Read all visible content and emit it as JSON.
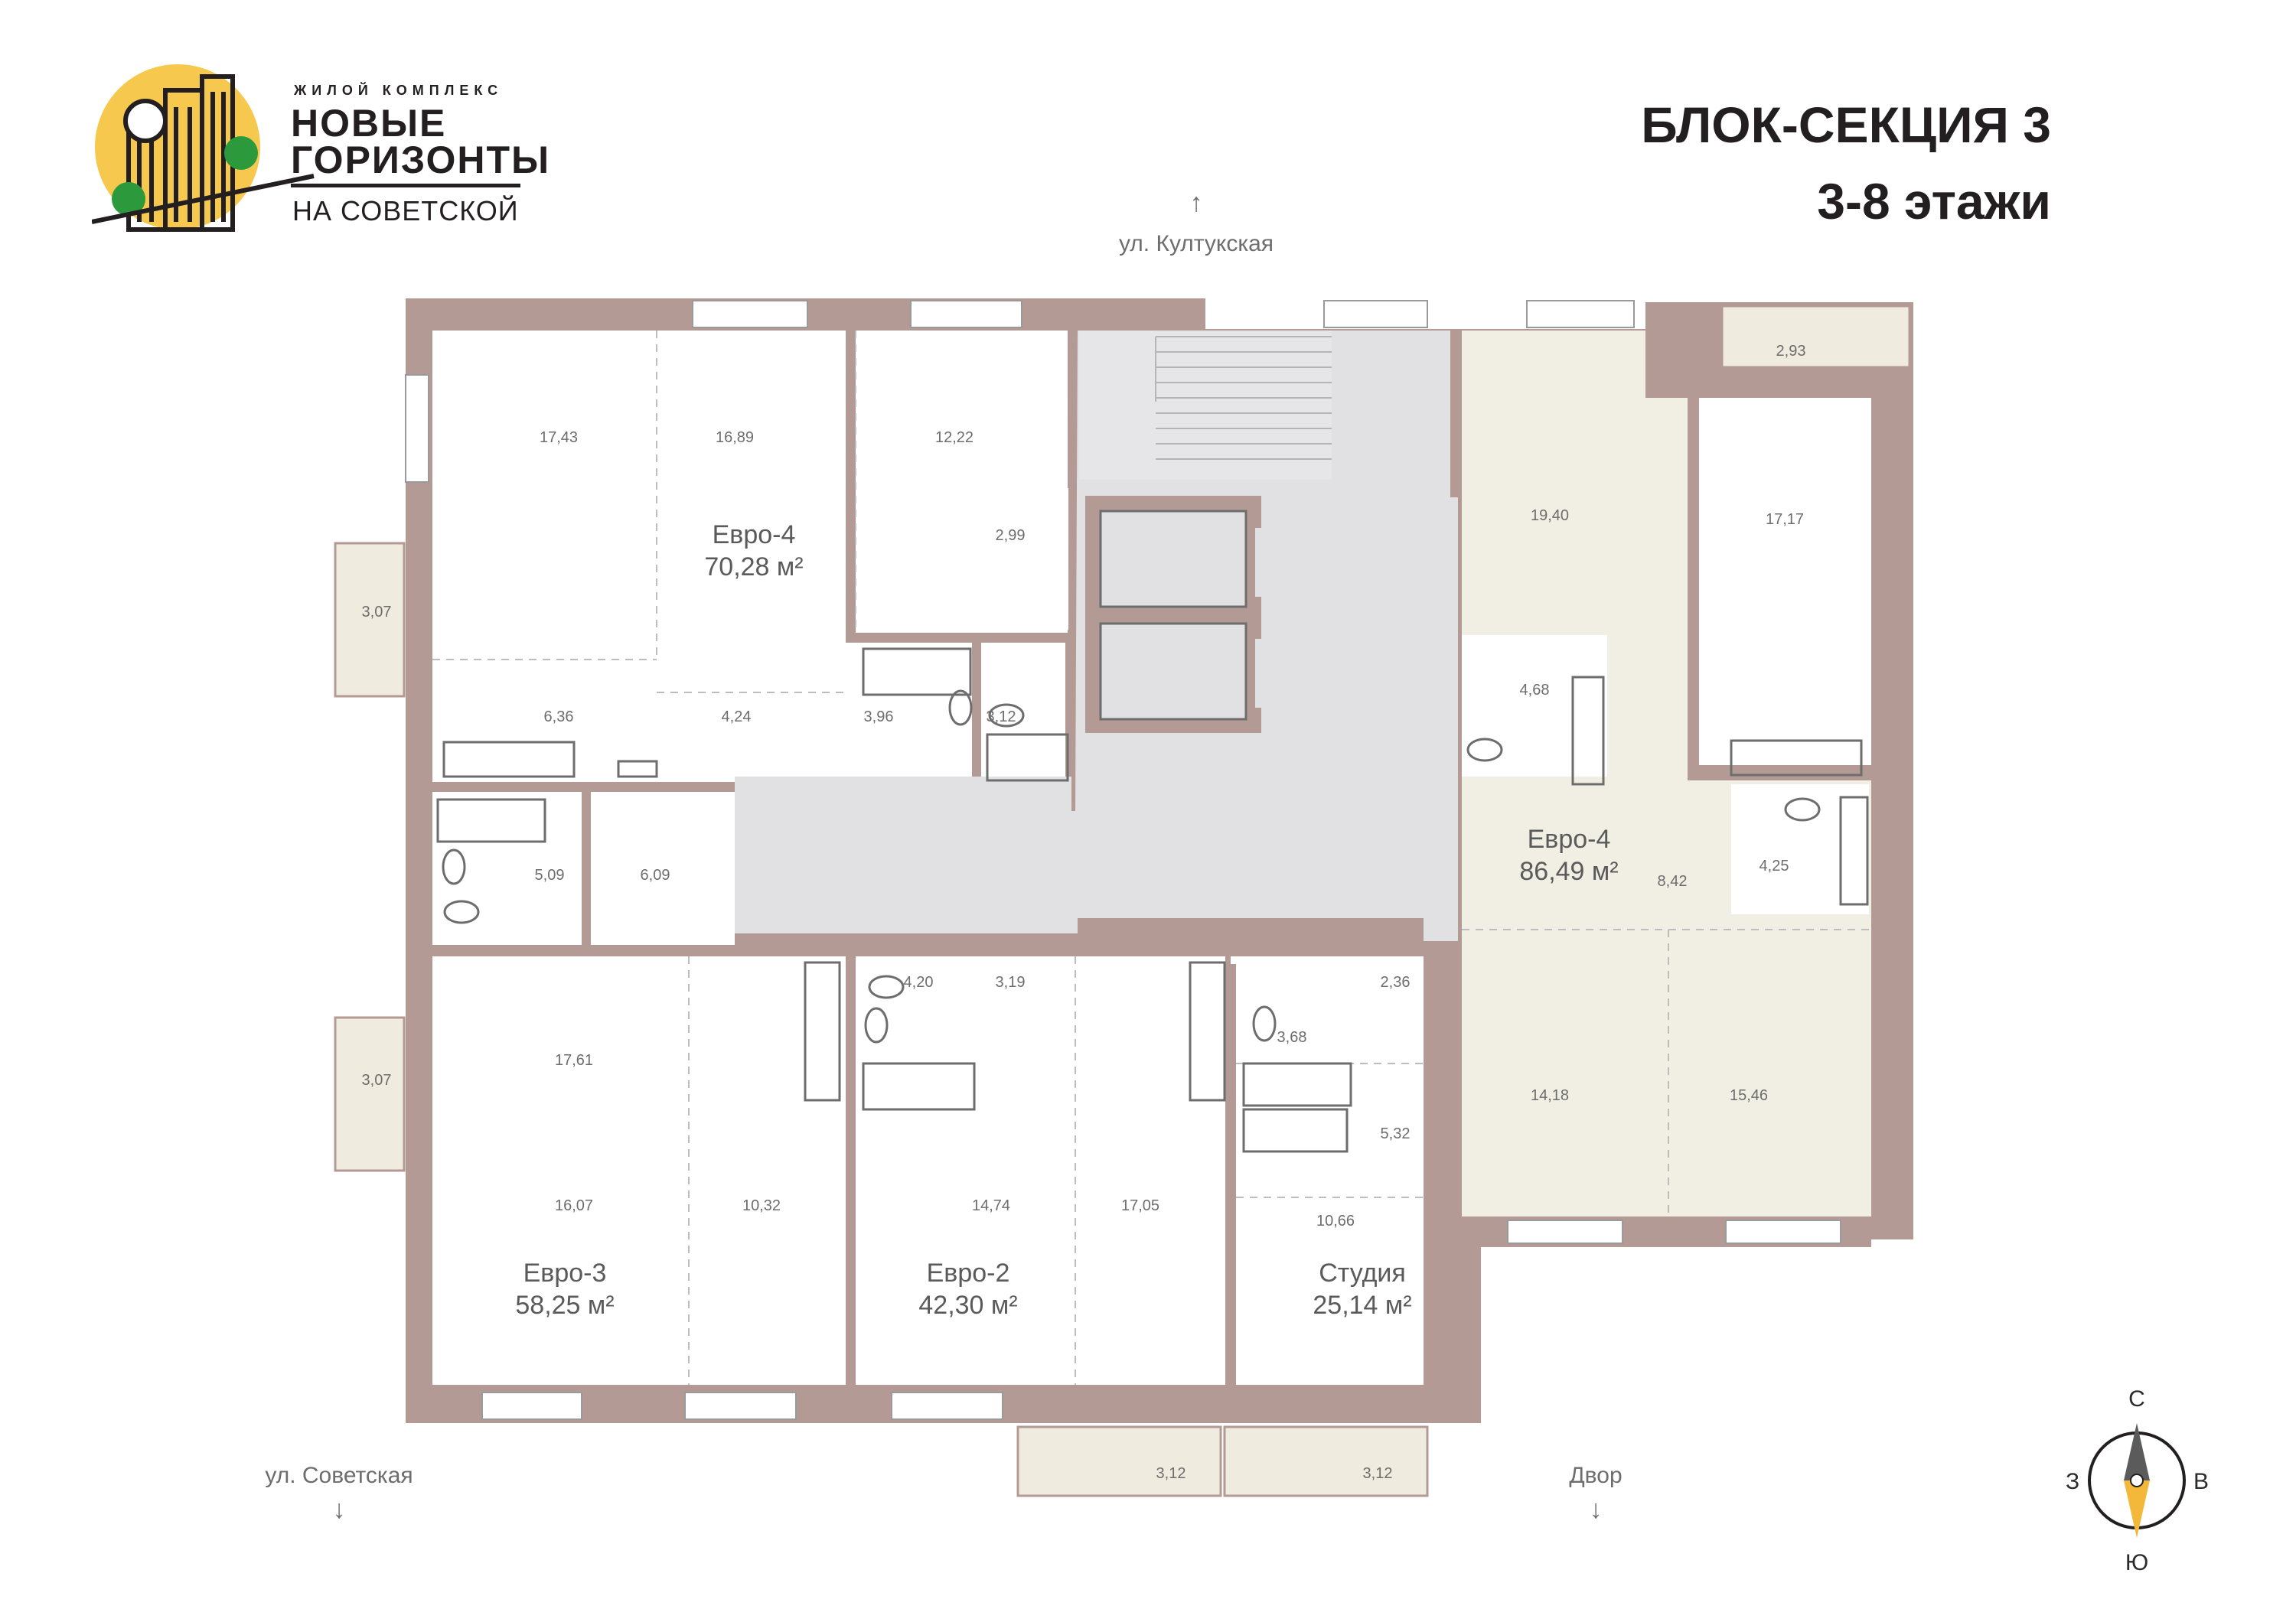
{
  "logo": {
    "tagline": "ЖИЛОЙ КОМПЛЕКС",
    "line1": "НОВЫЕ",
    "line2": "ГОРИЗОНТЫ",
    "line3": "НА СОВЕТСКОЙ"
  },
  "header": {
    "title": "БЛОК-СЕКЦИЯ 3",
    "floors": "3-8 этажи"
  },
  "streets": {
    "north": "ул. Култукская",
    "southwest": "ул. Советская",
    "south": "Двор"
  },
  "compass": {
    "n": "С",
    "s": "Ю",
    "w": "З",
    "e": "В"
  },
  "colors": {
    "wall": "#b39a94",
    "common_area": "#e1e1e3",
    "highlight_apartment": "#f1efe4",
    "balcony": "#efebdf",
    "text": "#2b2b2b",
    "label": "#6d6d6d",
    "logo_circle": "#f7c84e",
    "logo_tree": "#2c9a3c",
    "compass_south": "#f3b73a"
  },
  "apartments": {
    "nw": {
      "type": "Евро-4",
      "area": "70,28 м²"
    },
    "east": {
      "type": "Евро-4",
      "area": "86,49 м²"
    },
    "sw": {
      "type": "Евро-3",
      "area": "58,25 м²"
    },
    "s": {
      "type": "Евро-2",
      "area": "42,30 м²"
    },
    "studio": {
      "type": "Студия",
      "area": "25,14 м²"
    }
  },
  "rooms": {
    "r1743": "17,43",
    "r1689": "16,89",
    "r1222": "12,22",
    "r299": "2,99",
    "r307a": "3,07",
    "r636": "6,36",
    "r424": "4,24",
    "r396": "3,96",
    "r312": "3,12",
    "r509": "5,09",
    "r609": "6,09",
    "r307b": "3,07",
    "r1761": "17,61",
    "r1607": "16,07",
    "r1032": "10,32",
    "r420": "4,20",
    "r319": "3,19",
    "r1474": "14,74",
    "r1705": "17,05",
    "r236": "2,36",
    "r368": "3,68",
    "r532": "5,32",
    "r1066": "10,66",
    "r293": "2,93",
    "r1940": "19,40",
    "r1717": "17,17",
    "r468": "4,68",
    "r842": "8,42",
    "r425": "4,25",
    "r1418": "14,18",
    "r1546": "15,46",
    "r312b": "3,12",
    "r312c": "3,12"
  }
}
